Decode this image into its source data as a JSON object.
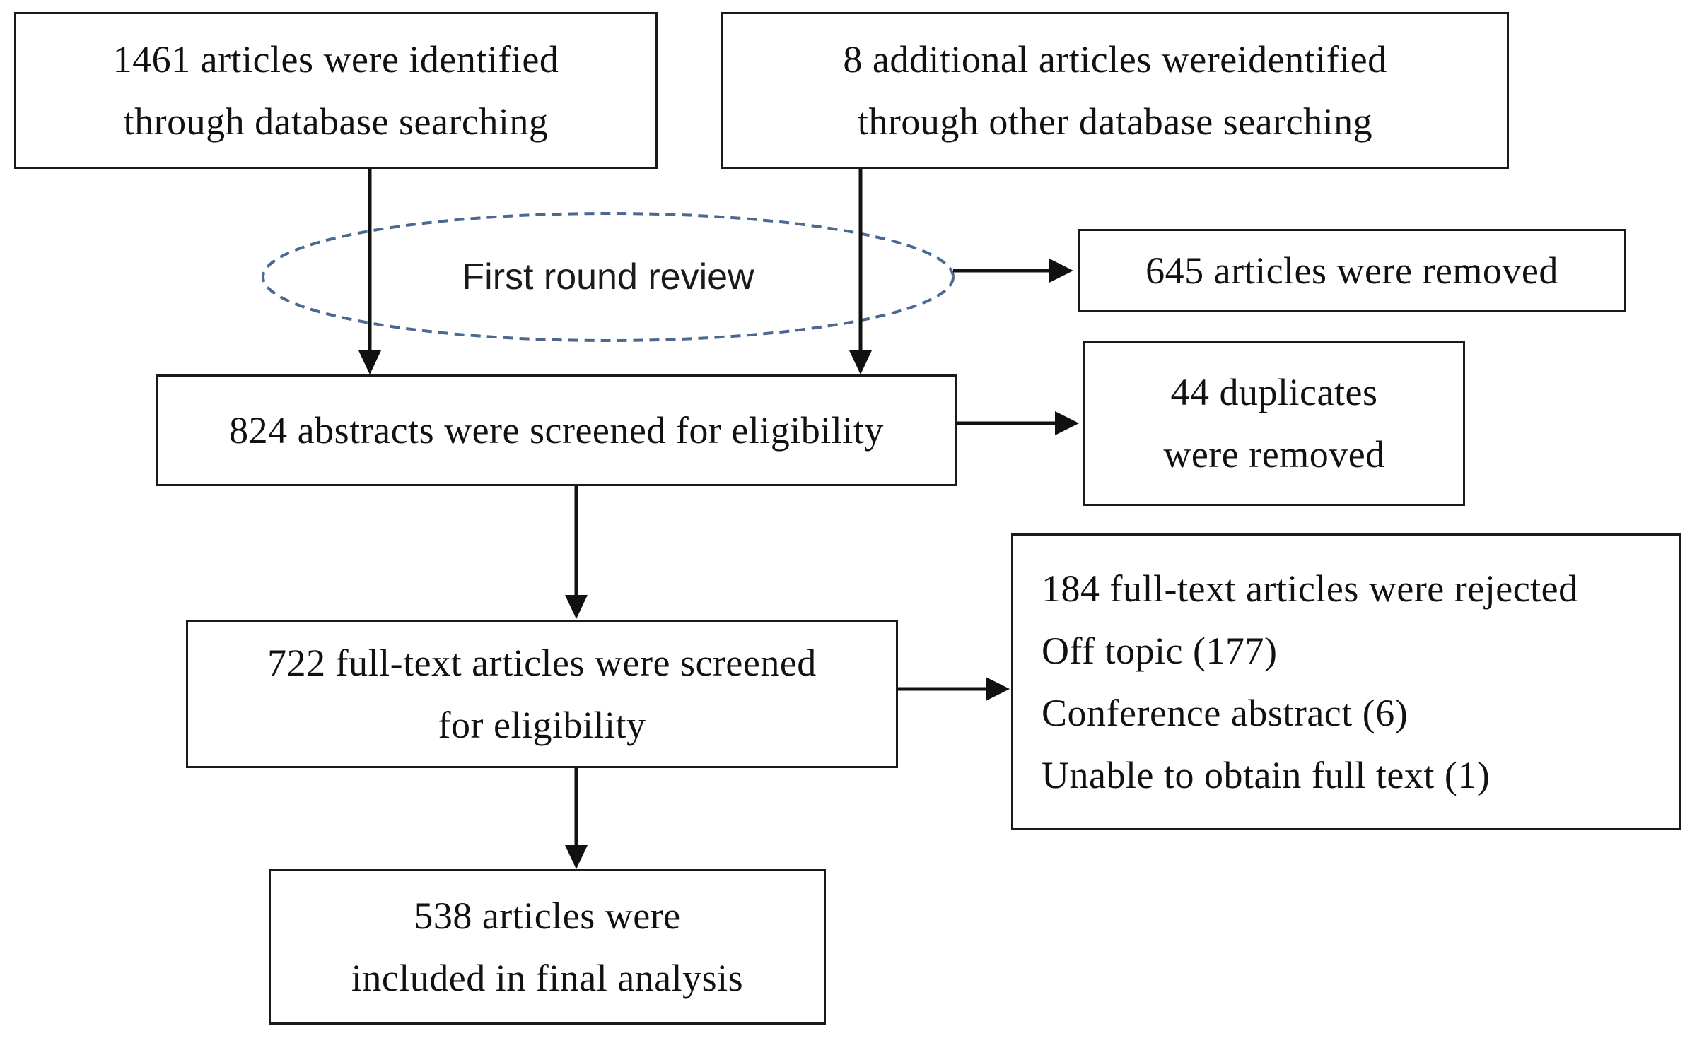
{
  "boxes": {
    "db_search": {
      "lines": [
        "1461 articles were identified",
        "through  database searching"
      ]
    },
    "other_search": {
      "lines": [
        "8 additional articles wereidentified",
        "through  other database searching"
      ]
    },
    "first_review": {
      "label": "First round review"
    },
    "removed_645": {
      "lines": [
        "645 articles were removed"
      ]
    },
    "abstracts_824": {
      "lines": [
        "824 abstracts were screened for eligibility"
      ]
    },
    "duplicates_44": {
      "lines": [
        "44 duplicates",
        "were removed"
      ]
    },
    "fulltext_722": {
      "lines": [
        "722 full-text articles were screened",
        "for eligibility"
      ]
    },
    "rejected_184": {
      "lines": [
        "184 full-text articles were rejected",
        "Off topic (177)",
        "Conference  abstract (6)",
        "Unable  to obtain  full text  (1)"
      ]
    },
    "included_538": {
      "lines": [
        "538 articles were",
        "included  in final analysis"
      ]
    }
  },
  "colors": {
    "box_border": "#1a1a1a",
    "arrow": "#111111",
    "ellipse_dash": "#4a6890"
  }
}
